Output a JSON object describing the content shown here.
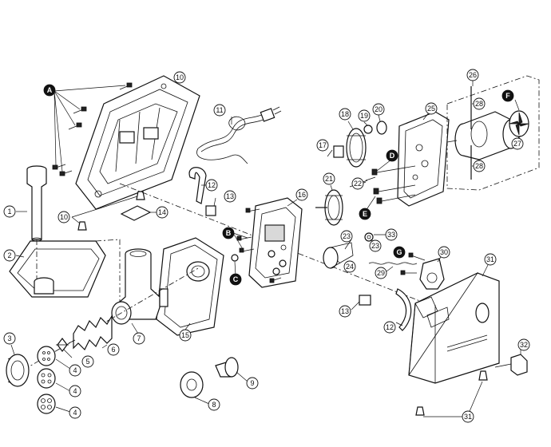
{
  "callouts": {
    "c1": "1",
    "c2": "2",
    "c3": "3",
    "c4a": "4",
    "c4b": "4",
    "c4c": "4",
    "c5": "5",
    "c6": "6",
    "c7": "7",
    "c8": "8",
    "c9": "9",
    "c10a": "10",
    "c10b": "10",
    "c11": "11",
    "c12a": "12",
    "c12b": "12",
    "c13a": "13",
    "c13b": "13",
    "c14": "14",
    "c15": "15",
    "c16": "16",
    "c17": "17",
    "c18": "18",
    "c19": "19",
    "c20": "20",
    "c21": "21",
    "c22": "22",
    "c23a": "23",
    "c23b": "23",
    "c24": "24",
    "c25": "25",
    "c26": "26",
    "c27": "27",
    "c28a": "28",
    "c28b": "28",
    "c29": "29",
    "c30": "30",
    "c31a": "31",
    "c31b": "31",
    "c32": "32",
    "c33": "33"
  },
  "letters": {
    "A": "A",
    "B": "B",
    "C": "C",
    "D": "D",
    "E": "E",
    "F": "F",
    "G": "G"
  },
  "colors": {
    "line": "#111111",
    "background": "#ffffff",
    "fill_grey": "#d9d9d9",
    "marker": "#111111"
  }
}
